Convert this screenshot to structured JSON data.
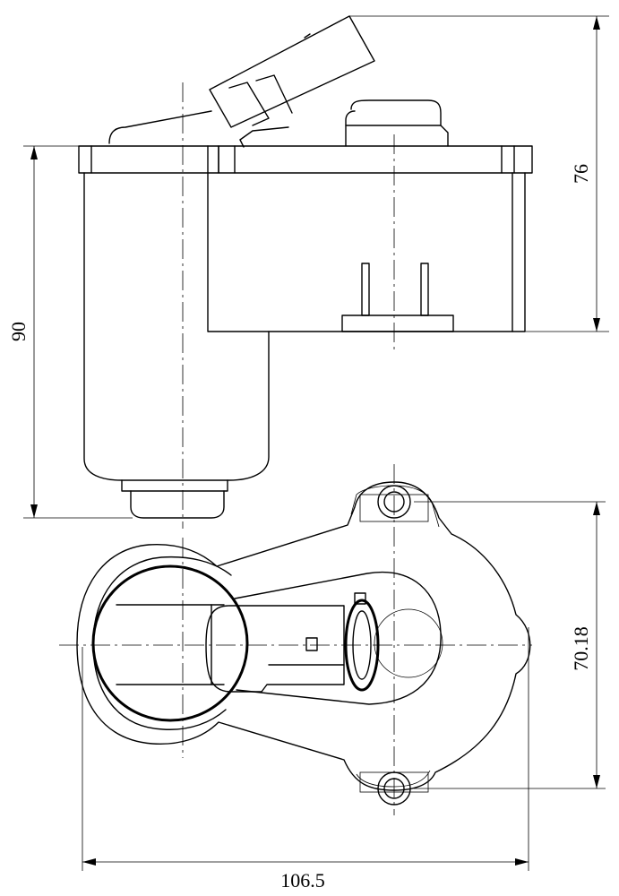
{
  "dimensions": {
    "total_height": "90",
    "housing_height": "76",
    "mount_hole_spacing": "70.18",
    "overall_width": "106.5"
  }
}
